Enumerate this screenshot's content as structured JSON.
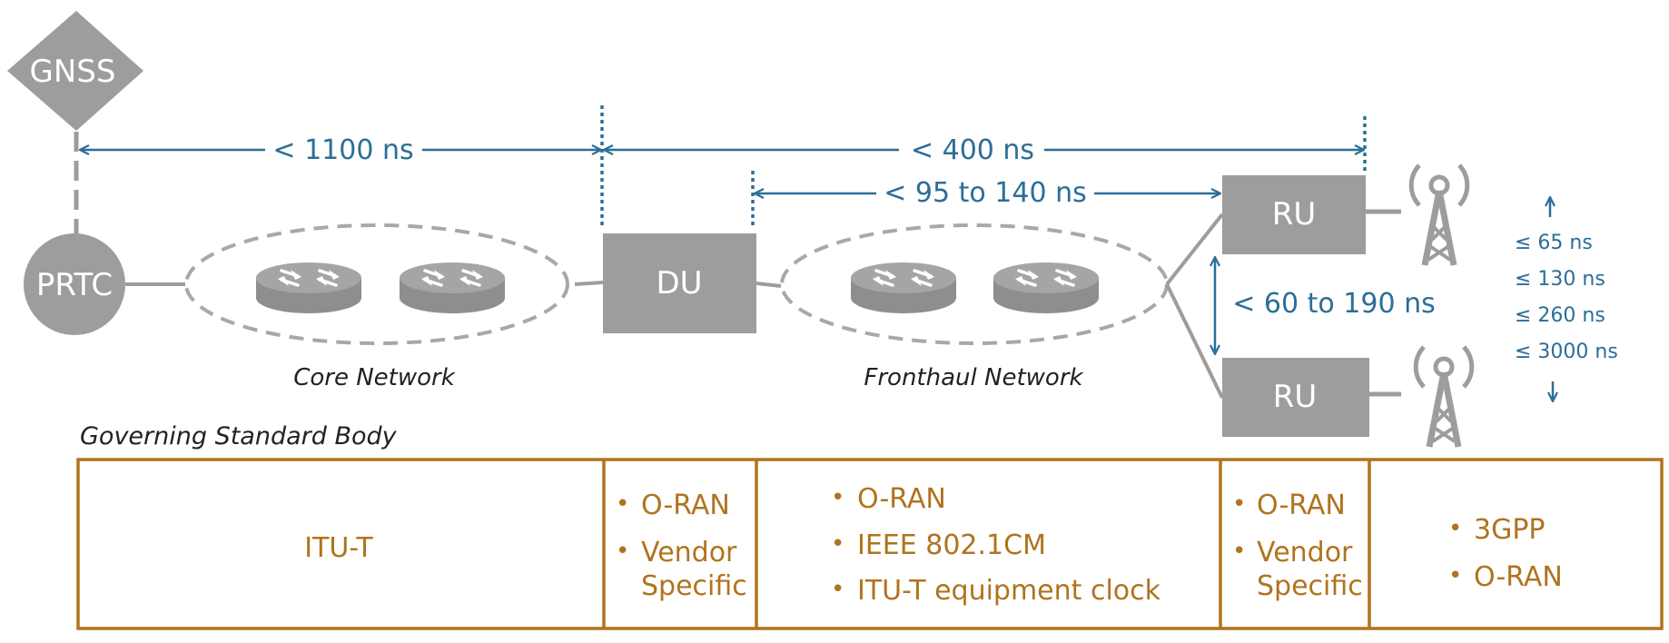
{
  "nodes": {
    "gnss": "GNSS",
    "prtc": "PRTC",
    "du": "DU",
    "ru_top": "RU",
    "ru_bottom": "RU"
  },
  "networks": {
    "core": "Core Network",
    "fronthaul": "Fronthaul Network"
  },
  "latencies": {
    "core_budget": "< 1100 ns",
    "du_to_ru": "< 400 ns",
    "fronthaul": "< 95 to 140 ns",
    "ru_to_ru": "< 60 to 190 ns",
    "radio_levels": [
      "≤ 65 ns",
      "≤ 130 ns",
      "≤ 260 ns",
      "≤ 3000 ns"
    ]
  },
  "governance": {
    "title": "Governing Standard Body",
    "core": "ITU-T",
    "du": [
      "O-RAN",
      "Vendor",
      "Specific"
    ],
    "fronthaul": [
      "O-RAN",
      "IEEE 802.1CM",
      "ITU-T equipment clock"
    ],
    "ru": [
      "O-RAN",
      "Vendor",
      "Specific"
    ],
    "radio": [
      "3GPP",
      "O-RAN"
    ]
  },
  "colors": {
    "node_gray": "#9d9d9d",
    "latency_blue": "#2c6e97",
    "standards_gold": "#b0731e"
  }
}
